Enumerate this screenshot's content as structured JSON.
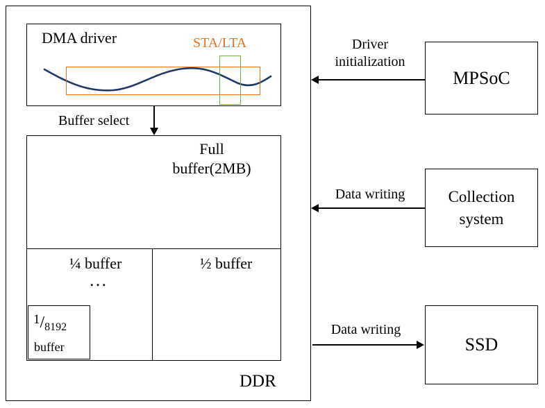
{
  "diagram": {
    "ddr_label": "DDR",
    "dma": {
      "title": "DMA driver",
      "sta_lta": "STA/LTA"
    },
    "buffer_select_label": "Buffer select",
    "buffers": {
      "full_line1": "Full",
      "full_line2": "buffer(2MB)",
      "quarter": "¼ buffer",
      "ellipsis": "…",
      "half": "½ buffer",
      "tiny_numerator": "1",
      "tiny_slash": "/",
      "tiny_denominator": "8192",
      "tiny_label": "buffer"
    },
    "external": {
      "mpsoc": "MPSoC",
      "collection_line1": "Collection",
      "collection_line2": "system",
      "ssd": "SSD"
    },
    "arrows": {
      "driver_init_line1": "Driver",
      "driver_init_line2": "initialization",
      "data_writing_in": "Data writing",
      "data_writing_out": "Data writing"
    },
    "colors": {
      "accent_orange": "#E8721C",
      "accent_green": "#70AD47",
      "wave_navy": "#203864"
    }
  }
}
